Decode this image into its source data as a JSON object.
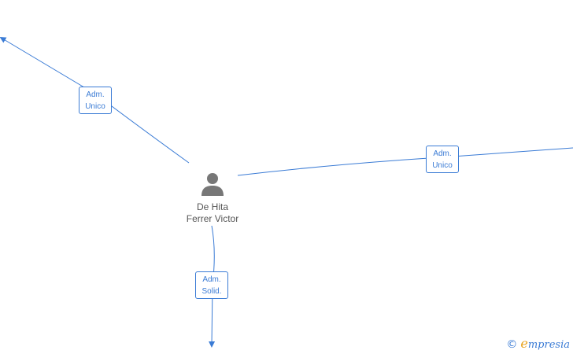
{
  "colors": {
    "edge": "#3a7bd5",
    "node_text": "#555555",
    "person_icon": "#777777",
    "brand_accent": "#e8a21c"
  },
  "person": {
    "icon": "person-icon",
    "name_line1": "De Hita",
    "name_line2": "Ferrer Victor"
  },
  "edges": [
    {
      "id": "upper-left",
      "line1": "Adm.",
      "line2": "Unico"
    },
    {
      "id": "right",
      "line1": "Adm.",
      "line2": "Unico"
    },
    {
      "id": "down",
      "line1": "Adm.",
      "line2": "Solid."
    }
  ],
  "watermark": {
    "copyright": "©",
    "brand_initial": "e",
    "brand_rest": "mpresia"
  }
}
